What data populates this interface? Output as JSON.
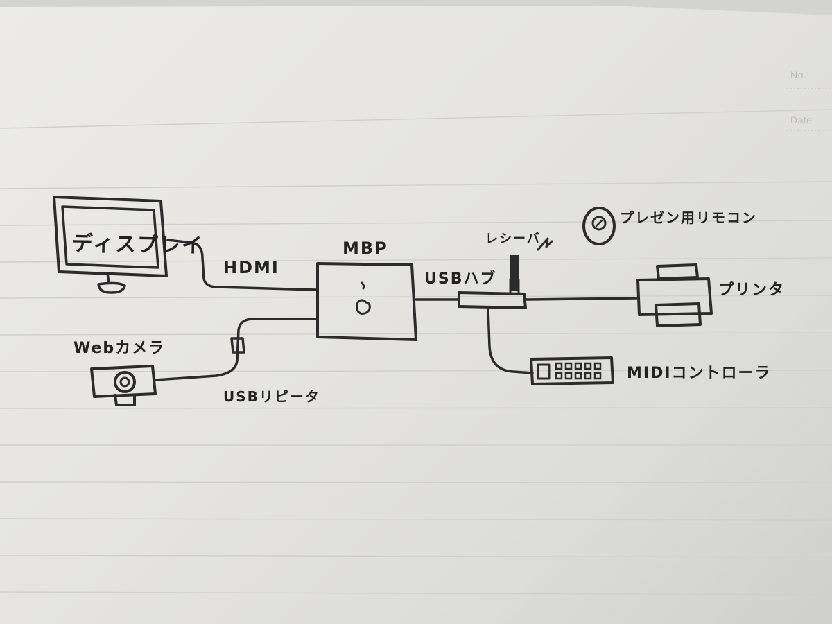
{
  "header": {
    "no_label": "No.",
    "date_label": "Date"
  },
  "nodes": {
    "display": "ディスプレイ",
    "webcam": "Webカメラ",
    "mbp": "MBP",
    "usb_hub": "USBハブ",
    "receiver": "レシーバ",
    "remote": "プレゼン用リモコン",
    "printer": "プリンタ",
    "midi": "MIDIコントローラ"
  },
  "edges": {
    "hdmi": "HDMI",
    "usb_repeater": "USBリピータ"
  },
  "colors": {
    "ink": "#2b2b2b",
    "rule": "#c9c9c5",
    "paper": "#e9e8e4"
  }
}
